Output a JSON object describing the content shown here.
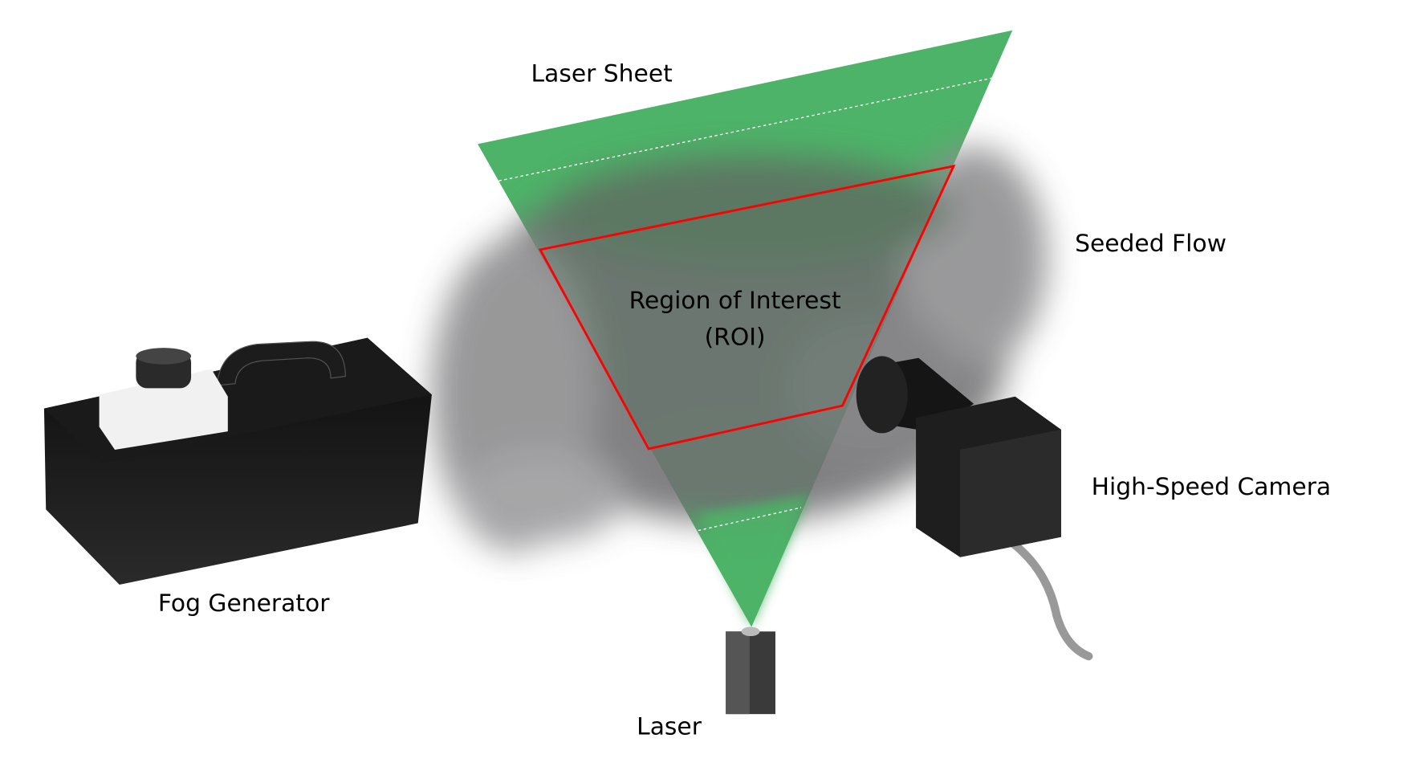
{
  "labels": {
    "laser_sheet": "Laser Sheet",
    "seeded_flow": "Seeded Flow",
    "roi_line1": "Region of Interest",
    "roi_line2": "(ROI)",
    "high_speed_camera": "High-Speed Camera",
    "fog_generator": "Fog Generator",
    "laser": "Laser"
  },
  "colors": {
    "laser_sheet": "#4db368",
    "roi_outline": "#ff0000",
    "smoke": "#6e6e70",
    "equipment": "#222222"
  }
}
